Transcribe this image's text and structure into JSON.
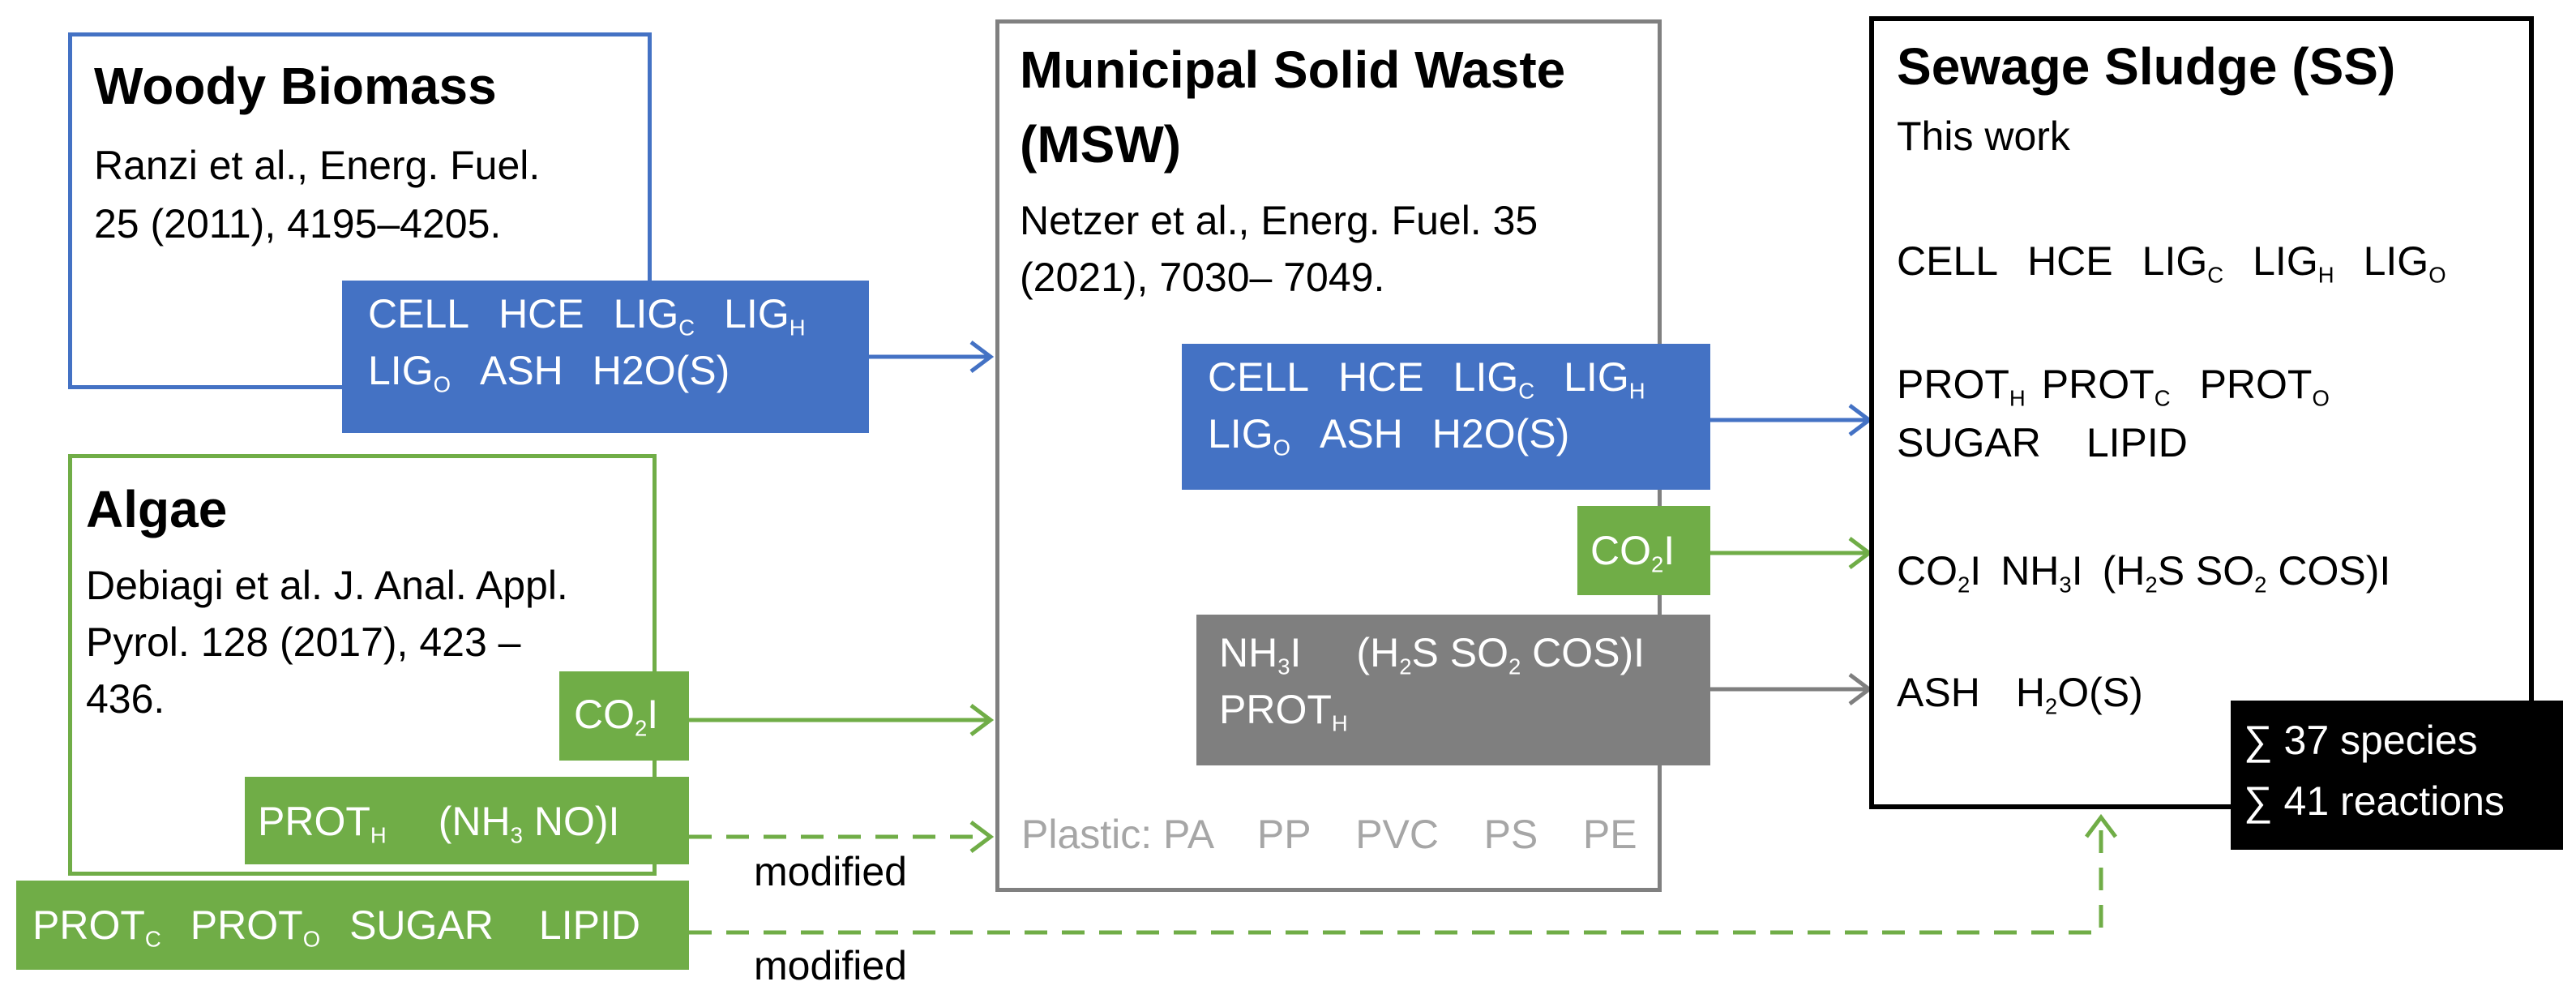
{
  "woody": {
    "title": "Woody Biomass",
    "ref1": "Ranzi et al., Energ. Fuel.",
    "ref2": "25 (2011), 4195–4205.",
    "cell": "CELL",
    "hce": "HCE",
    "lig": "LIG",
    "c": "C",
    "h": "H",
    "o": "O",
    "ash": "ASH",
    "h2o": "H2O(S)"
  },
  "algae": {
    "title": "Algae",
    "ref1": "Debiagi et al. J. Anal. Appl.",
    "ref2": "Pyrol.  128 (2017), 423 –",
    "ref3": "436.",
    "co": "CO",
    "two": "2",
    "i": "I",
    "prot": "PROT",
    "h": "H",
    "c": "C",
    "o": "O",
    "nh3no_open": "(NH",
    "three": "3",
    "nh3no_close": " NO)I",
    "sugar": "SUGAR",
    "lipid": "LIPID",
    "modified1": "modified",
    "modified2": "modified"
  },
  "msw": {
    "title1": "Municipal Solid Waste",
    "title2": "(MSW)",
    "ref1": "Netzer et al., Energ. Fuel. 35",
    "ref2": "(2021), 7030– 7049.",
    "cell": "CELL",
    "hce": "HCE",
    "lig": "LIG",
    "c": "C",
    "h": "H",
    "o": "O",
    "ash": "ASH",
    "h2o": "H2O(S)",
    "co": "CO",
    "two": "2",
    "i": "I",
    "nh": "NH",
    "three": "3",
    "h2s_open": "(H",
    "s_part": "S SO",
    "cos": " COS)I",
    "prot": "PROT",
    "plastic": "Plastic: PA    PP    PVC    PS    PE"
  },
  "ss": {
    "title": "Sewage Sludge (SS)",
    "subtitle": "This work",
    "cell": "CELL",
    "hce": "HCE",
    "lig": "LIG",
    "c": "C",
    "h": "H",
    "o": "O",
    "prot": "PROT",
    "sugar": "SUGAR",
    "lipid": "LIPID",
    "co": "CO",
    "two": "2",
    "i": "I",
    "nh": "NH",
    "three": "3",
    "h2s_open": "(H",
    "s_part": "S SO",
    "cos": " COS)I",
    "ash": "ASH",
    "h2o_open": "H",
    "h2o_close": "O(S)",
    "species": "∑ 37 species",
    "reactions": "∑ 41 reactions"
  },
  "colors": {
    "blue": "#4472c4",
    "green": "#70ad47",
    "grey": "#7f7f7f",
    "msw_border": "#808080",
    "black": "#000000"
  }
}
